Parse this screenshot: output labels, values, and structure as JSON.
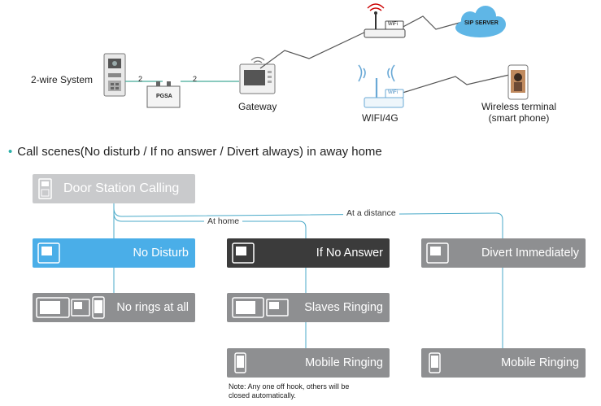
{
  "top": {
    "two_wire_label": "2-wire System",
    "pgsa_label": "PGSA",
    "wire1": "2",
    "wire2": "2",
    "gateway_label": "Gateway",
    "wifi_badge_1": "WiFi",
    "wifi_badge_2": "WiFi",
    "sip_server_label": "SIP SERVER",
    "wifi4g_label": "WIFI/4G",
    "wireless_terminal_line1": "Wireless terminal",
    "wireless_terminal_line2": "(smart phone)"
  },
  "heading": "Call scenes(No disturb / If no answer / Divert always) in away home",
  "flow": {
    "origin": "Door Station Calling",
    "at_home": "At home",
    "at_distance": "At a distance",
    "no_disturb": "No Disturb",
    "no_rings": "No rings at all",
    "if_no_answer": "If No Answer",
    "slaves_ringing": "Slaves Ringing",
    "mobile_ringing_mid": "Mobile Ringing",
    "divert_immediately": "Divert Immediately",
    "mobile_ringing_right": "Mobile Ringing",
    "note_line1": "Note: Any one off hook, others will be",
    "note_line2": "closed automatically."
  },
  "colors": {
    "connector": "#49a9c8",
    "grey_box": "#8e8f91",
    "blue_box": "#4aaee8",
    "dark_box": "#3b3b3b",
    "light_box": "#c9cacc",
    "cloud": "#5fb6e6"
  }
}
